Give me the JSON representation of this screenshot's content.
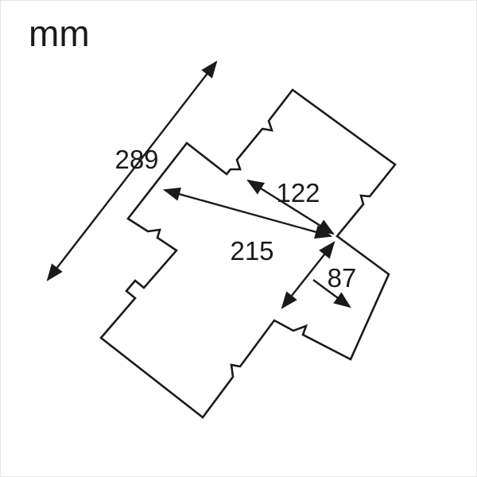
{
  "unit_label": "mm",
  "dimensions": {
    "overall_length": "289",
    "top_arm_width": "122",
    "body_width": "215",
    "side_arm_width": "87"
  },
  "colors": {
    "line": "#1a1a1a",
    "background": "#ffffff"
  }
}
